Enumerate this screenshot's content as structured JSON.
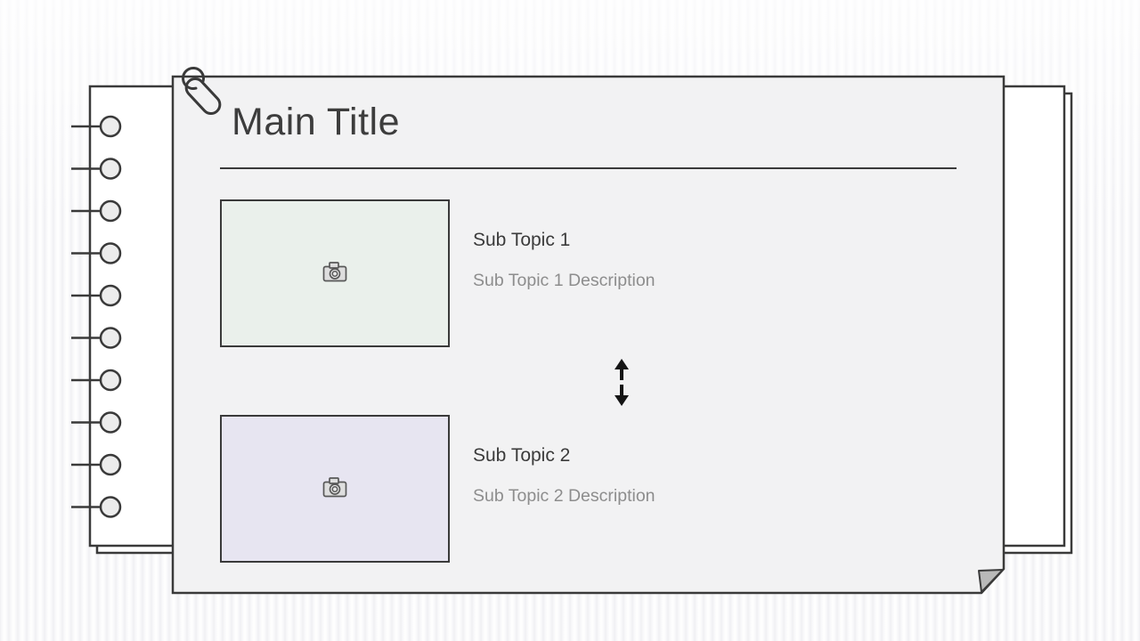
{
  "slide": {
    "title": "Main Title",
    "topics": [
      {
        "title": "Sub Topic 1",
        "description": "Sub Topic 1 Description"
      },
      {
        "title": "Sub Topic 2",
        "description": "Sub Topic 2 Description"
      }
    ]
  },
  "icons": {
    "paperclip": "paperclip-icon",
    "camera": "camera-icon",
    "swap": "up-down-arrow-icon"
  },
  "decor": {
    "ring_count": 10
  },
  "colors": {
    "ink": "#3a3a3a",
    "card": "#f2f2f3",
    "page": "#ffffff",
    "ring_fill": "#ececec",
    "placeholder_1": "#eaf0eb",
    "placeholder_2": "#e7e5f1",
    "fold": "#b9b9b9",
    "title_text": "#3d3d3d",
    "subtopic_text": "#3b3b3b",
    "description_text": "#8d8d8d",
    "arrow": "#141414"
  }
}
